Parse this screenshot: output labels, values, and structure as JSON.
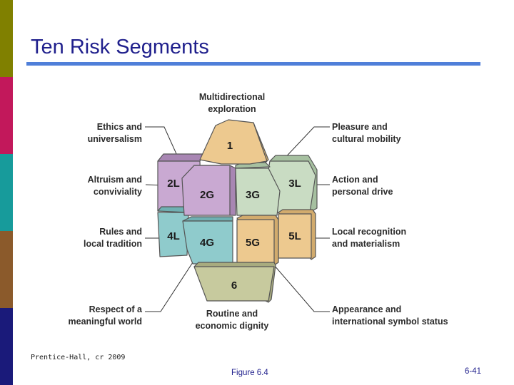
{
  "slide": {
    "title": "Ten Risk Segments",
    "credit": "Prentice-Hall, cr 2009",
    "figure": "Figure 6.4",
    "page": "6-41",
    "colors": {
      "title": "#1f1f8c",
      "rule": "#4f7fd9",
      "sidebar": [
        "#808000",
        "#c2185b",
        "#179b9b",
        "#8b5a2b",
        "#1a1a7a"
      ]
    }
  },
  "diagram": {
    "labels": {
      "top": [
        "Multidirectional",
        "exploration"
      ],
      "ethics": [
        "Ethics and",
        "universalism"
      ],
      "altruism": [
        "Altruism and",
        "conviviality"
      ],
      "rules": [
        "Rules and",
        "local tradition"
      ],
      "respect": [
        "Respect of a",
        "meaningful world"
      ],
      "routine": [
        "Routine and",
        "economic dignity"
      ],
      "pleasure": [
        "Pleasure and",
        "cultural mobility"
      ],
      "action": [
        "Action and",
        "personal drive"
      ],
      "local": [
        "Local recognition",
        "and materialism"
      ],
      "appearance": [
        "Appearance and",
        "international symbol status"
      ]
    },
    "segments": {
      "s1": "1",
      "s2L": "2L",
      "s2G": "2G",
      "s3G": "3G",
      "s3L": "3L",
      "s4L": "4L",
      "s4G": "4G",
      "s5G": "5G",
      "s5L": "5L",
      "s6": "6"
    },
    "colors": {
      "purple": "#c9a9d2",
      "purple_dark": "#a886b3",
      "green": "#c9dcc3",
      "green_dark": "#a6c0a0",
      "teal": "#8fcbcc",
      "teal_dark": "#6fb0b2",
      "tan": "#edc98f",
      "tan_dark": "#d2ab6d",
      "olive": "#c7ca9e",
      "olive_dark": "#a8ab7f",
      "outline": "#555555"
    }
  }
}
